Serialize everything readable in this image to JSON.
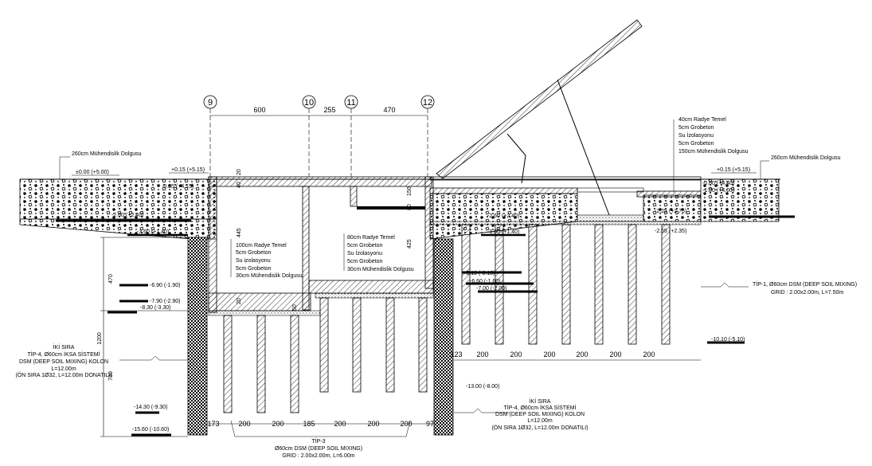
{
  "grid_axes": [
    "9",
    "10",
    "11",
    "12"
  ],
  "top_dims": [
    "600",
    "255",
    "470"
  ],
  "left_vertical_dims": [
    "470",
    "1200",
    "730"
  ],
  "wall_dims": [
    "20",
    "40",
    "445",
    "150",
    "80",
    "425",
    "20",
    "50"
  ],
  "bottom_dims_left": [
    "173",
    "200",
    "200",
    "185",
    "200",
    "200",
    "200",
    "97"
  ],
  "bottom_dims_right": [
    "123",
    "200",
    "200",
    "200",
    "200",
    "200",
    "200"
  ],
  "elevations": {
    "top_left": "±0.00 (+5.00)",
    "top_wall": "+0.15 (+5.15)",
    "top_right": "+0.15 (+5.15)",
    "left_a": "-0.85 (+4.15)",
    "left_b": "-2.60 (+2.40)",
    "left_c": "-3.60 (+1.40)",
    "left_d": "-6.90 (-1.90)",
    "left_e": "-7.90 (-2.90)",
    "left_f": "-8.30 (-3.30)",
    "left_g": "-14.30 (-9.30)",
    "left_h": "-15.60 (-10.60)",
    "mid_a": "-2.60 (+2.40)",
    "mid_b": "-3.60 (+1.40)",
    "mid_c": "-5.10 (-0.10)",
    "mid_d": "-6.60 (-1.60)",
    "mid_e": "-7.00 (-2.00)",
    "mid_f": "-13.00 (-8.00)",
    "right_a": "-0.60 (+4.40)",
    "right_b": "-1.00 (+4.00)",
    "right_c": "-2.25 (+2.75)",
    "right_d": "-2.65 (+2.35)",
    "right_e": "-10.10 (-5.10)"
  },
  "fill_label_left": "260cm Mühendislik Dolgusu",
  "fill_label_right": "260cm Mühendislik Dolgusu",
  "layers_left": [
    "100cm Radye Temel",
    "5cm Grobeton",
    "Su izolasyonu",
    "5cm Grobeton",
    "30cm Mühendislik Dolgusu"
  ],
  "layers_mid": [
    "80cm Radye Temel",
    "5cm Grobeton",
    "Su İzolasyonu",
    "5cm Grobeton",
    "30cm Mühendislik Dolgusu"
  ],
  "layers_right": [
    "40cm Radye Temel",
    "5cm Grobeton",
    "Su İzolasyonu",
    "5cm Grobeton",
    "150cm Mühendislik Dolgusu"
  ],
  "tip1": [
    "TİP-1, Ø60cm DSM (DEEP  SOIL MIXING)",
    "GRID : 2.00x2.00m, L=7.50m"
  ],
  "tip3": [
    "TİP-3",
    "Ø60cm DSM (DEEP  SOIL MIXING)",
    "GRID : 2.00x2.00m, L=6.00m"
  ],
  "tip4_left": [
    "İKİ SIRA",
    "TİP-4, Ø60cm İKSA SİSTEMİ",
    "DSM (DEEP SOIL MIXING) KOLON",
    "L=12.00m",
    "(ÖN SIRA 1Ø32, L=12.00m DONATILI)"
  ],
  "tip4_right": [
    "İKİ SIRA",
    "TİP-4, Ø60cm İKSA SİSTEMİ",
    "DSM (DEEP SOIL MIXING) KOLON",
    "L=12.00m",
    "(ÖN SIRA 1Ø32, L=12.00m DONATILI)"
  ]
}
